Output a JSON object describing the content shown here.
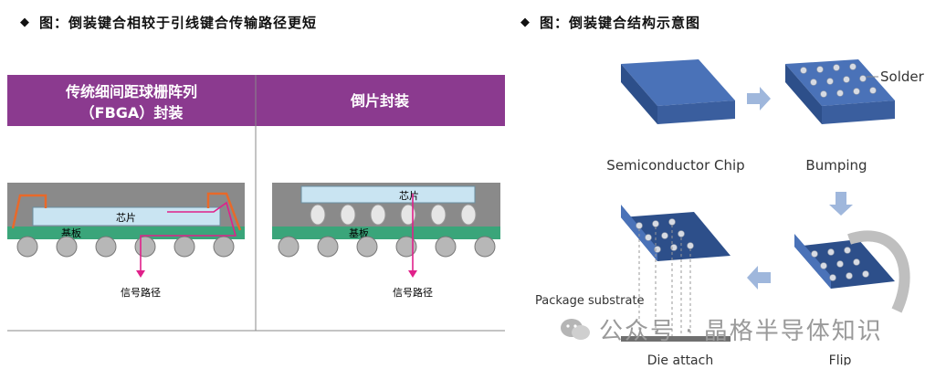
{
  "captions": {
    "left": "图：倒装键合相较于引线键合传输路径更短",
    "right": "图：倒装键合结构示意图",
    "bullet": "◆"
  },
  "left_diagram": {
    "fbga_title_line1": "传统细间距球栅阵列",
    "fbga_title_line2": "（FBGA）封装",
    "flip_title": "倒片封装",
    "chip_label": "芯片",
    "substrate_label": "基板",
    "signal_label": "信号路径",
    "colors": {
      "header": "#8b3a8f",
      "chip": "#c9e4f2",
      "substrate": "#3aa57a",
      "mold": "#8a8a8a",
      "wire": "#e8692a",
      "signal": "#e0218a"
    }
  },
  "right_diagram": {
    "solder_label": "Solder",
    "semiconductor_chip_label": "Semiconductor Chip",
    "bumping_label": "Bumping",
    "flip_label": "Flip",
    "package_substrate_label": "Package substrate",
    "die_attach_label": "Die attach",
    "colors": {
      "chip_top": "#4a72b8",
      "chip_side": "#2d4f8a",
      "arrow": "#9fb7dc"
    }
  },
  "watermark": {
    "text": "公众号 · 晶格半导体知识",
    "icon": "wechat-icon"
  }
}
